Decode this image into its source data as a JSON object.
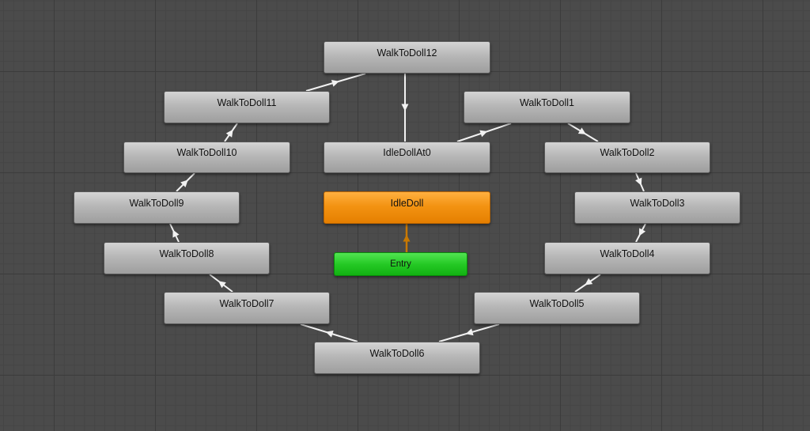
{
  "diagram": {
    "nodes": [
      {
        "id": "n12",
        "label": "WalkToDoll12",
        "kind": "normal"
      },
      {
        "id": "n11",
        "label": "WalkToDoll11",
        "kind": "normal"
      },
      {
        "id": "n1",
        "label": "WalkToDoll1",
        "kind": "normal"
      },
      {
        "id": "n10",
        "label": "WalkToDoll10",
        "kind": "normal"
      },
      {
        "id": "n0",
        "label": "IdleDollAt0",
        "kind": "normal"
      },
      {
        "id": "n2",
        "label": "WalkToDoll2",
        "kind": "normal"
      },
      {
        "id": "n9",
        "label": "WalkToDoll9",
        "kind": "normal"
      },
      {
        "id": "idle",
        "label": "IdleDoll",
        "kind": "default"
      },
      {
        "id": "n3",
        "label": "WalkToDoll3",
        "kind": "normal"
      },
      {
        "id": "n8",
        "label": "WalkToDoll8",
        "kind": "normal"
      },
      {
        "id": "n4",
        "label": "WalkToDoll4",
        "kind": "normal"
      },
      {
        "id": "entry",
        "label": "Entry",
        "kind": "entry"
      },
      {
        "id": "n7",
        "label": "WalkToDoll7",
        "kind": "normal"
      },
      {
        "id": "n5",
        "label": "WalkToDoll5",
        "kind": "normal"
      },
      {
        "id": "n6",
        "label": "WalkToDoll6",
        "kind": "normal"
      }
    ],
    "edges": [
      {
        "from": "n0",
        "to": "n1"
      },
      {
        "from": "n1",
        "to": "n2"
      },
      {
        "from": "n2",
        "to": "n3"
      },
      {
        "from": "n3",
        "to": "n4"
      },
      {
        "from": "n4",
        "to": "n5"
      },
      {
        "from": "n5",
        "to": "n6"
      },
      {
        "from": "n6",
        "to": "n7"
      },
      {
        "from": "n7",
        "to": "n8"
      },
      {
        "from": "n8",
        "to": "n9"
      },
      {
        "from": "n9",
        "to": "n10"
      },
      {
        "from": "n10",
        "to": "n11"
      },
      {
        "from": "n11",
        "to": "n12"
      },
      {
        "from": "n12",
        "to": "n0"
      },
      {
        "from": "entry",
        "to": "idle",
        "style": "default"
      }
    ],
    "colors": {
      "edge": "#f2f2f2",
      "default_edge": "#c87800",
      "default_state": "#f39312",
      "entry_state": "#25c925",
      "normal_state": "#b7b7b7"
    }
  }
}
